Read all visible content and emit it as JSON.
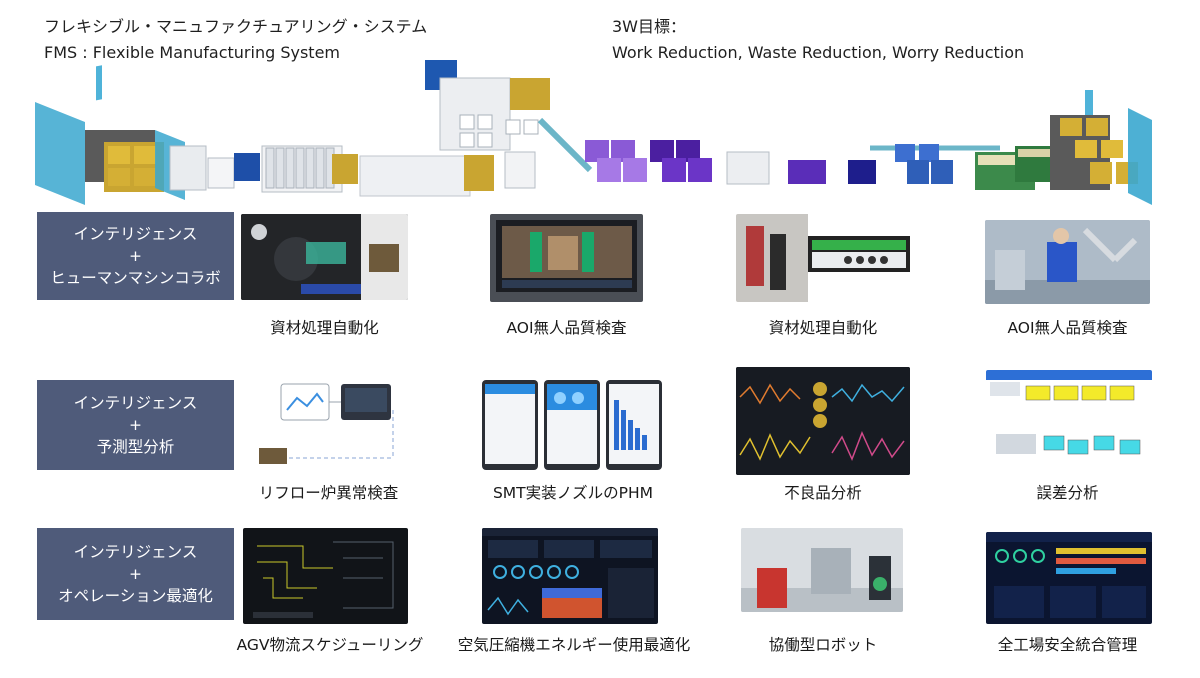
{
  "header": {
    "left": {
      "line1": "フレキシブル・マニュファクチュアリング・システム",
      "line2": "FMS : Flexible Manufacturing System"
    },
    "right": {
      "line1": "3W目標：",
      "line2": "Work Reduction, Waste Reduction, Worry Reduction"
    }
  },
  "rows": [
    {
      "label": {
        "line1": "インテリジェンス",
        "plus": "+",
        "line2": "ヒューマンマシンコラボ"
      },
      "items": [
        "資材処理自動化",
        "AOI無人品質検査",
        "資材処理自動化",
        "AOI無人品質検査"
      ]
    },
    {
      "label": {
        "line1": "インテリジェンス",
        "plus": "+",
        "line2": "予測型分析"
      },
      "items": [
        "リフロー炉異常検査",
        "SMT実装ノズルのPHM",
        "不良品分析",
        "誤差分析"
      ]
    },
    {
      "label": {
        "line1": "インテリジェンス",
        "plus": "+",
        "line2": "オペレーション最適化"
      },
      "items": [
        "AGV物流スケジューリング",
        "空気圧縮機エネルギー使用最適化",
        "協働型ロボット",
        "全工場安全統合管理"
      ]
    }
  ],
  "colors": {
    "label_bg": "#4f5b7a",
    "panel_blue": "#4fb3d9",
    "machine_yellow": "#c9a531",
    "machine_purple": "#7b3fc4",
    "machine_blue": "#2f5fb8"
  }
}
